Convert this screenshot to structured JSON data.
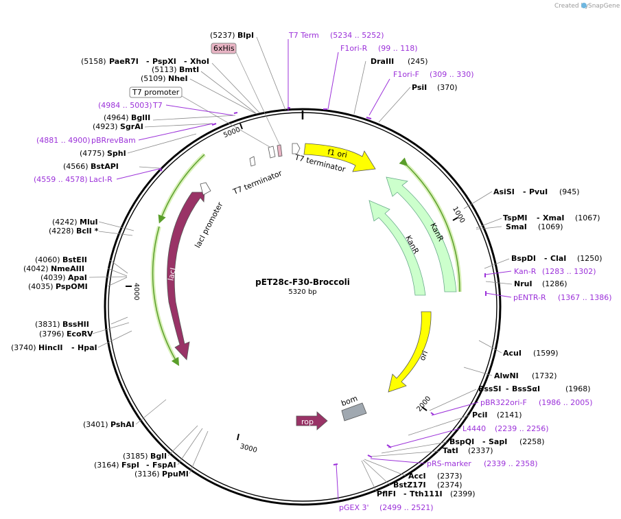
{
  "credit": {
    "created_by": "Created by",
    "app": "SnapGene"
  },
  "plasmid": {
    "name": "pET28c-F30-Broccoli",
    "length": "5320 bp"
  },
  "ticks": [
    "1000",
    "2000",
    "3000",
    "4000",
    "5000"
  ],
  "features": {
    "f1ori": "f1 ori",
    "kanr_outer": "KanR",
    "kanr_inner": "KanR",
    "ori": "ori",
    "bom": "bom",
    "rop": "rop",
    "laci": "lacI",
    "laci_promoter": "lacI promoter",
    "t7_terminator_1": "T7 terminator",
    "t7_terminator_2": "T7 terminator",
    "his_tag": "6xHis",
    "t7_promoter": "T7 promoter"
  },
  "sites_left": {
    "blpi": {
      "pos": "(5237)",
      "name": "BlpI"
    },
    "paer7i": {
      "pos": "(5158)",
      "name": "PaeR7I",
      "name2": "PspXI",
      "name3": "XhoI"
    },
    "bmti": {
      "pos": "(5113)",
      "name": "BmtI"
    },
    "nhei": {
      "pos": "(5109)",
      "name": "NheI"
    },
    "bglii": {
      "pos": "(4964)",
      "name": "BglII"
    },
    "sgrai": {
      "pos": "(4923)",
      "name": "SgrAI"
    },
    "sphi": {
      "pos": "(4775)",
      "name": "SphI"
    },
    "bstapi": {
      "pos": "(4566)",
      "name": "BstAPI"
    },
    "mlui": {
      "pos": "(4242)",
      "name": "MluI"
    },
    "bcli": {
      "pos": "(4228)",
      "name": "BclI *"
    },
    "bsteii": {
      "pos": "(4060)",
      "name": "BstEII"
    },
    "nmeaiii": {
      "pos": "(4042)",
      "name": "NmeAIII"
    },
    "apai": {
      "pos": "(4039)",
      "name": "ApaI"
    },
    "pspomi": {
      "pos": "(4035)",
      "name": "PspOMI"
    },
    "bsshii": {
      "pos": "(3831)",
      "name": "BssHII"
    },
    "ecorv": {
      "pos": "(3796)",
      "name": "EcoRV"
    },
    "hincii": {
      "pos": "(3740)",
      "name": "HincII",
      "name2": "HpaI"
    },
    "pshai": {
      "pos": "(3401)",
      "name": "PshAI"
    },
    "bgli": {
      "pos": "(3185)",
      "name": "BglI"
    },
    "fspi": {
      "pos": "(3164)",
      "name": "FspI",
      "name2": "FspAI"
    },
    "ppumi": {
      "pos": "(3136)",
      "name": "PpuMI"
    }
  },
  "sites_right": {
    "draiii": {
      "name": "DraIII",
      "pos": "(245)"
    },
    "psii": {
      "name": "PsiI",
      "pos": "(370)"
    },
    "asisi": {
      "name": "AsiSI",
      "name2": "PvuI",
      "pos": "(945)"
    },
    "tspmi": {
      "name": "TspMI",
      "name2": "XmaI",
      "pos": "(1067)"
    },
    "smai": {
      "name": "SmaI",
      "pos": "(1069)"
    },
    "bspdi": {
      "name": "BspDI",
      "name2": "ClaI",
      "pos": "(1250)"
    },
    "nrui": {
      "name": "NruI",
      "pos": "(1286)"
    },
    "acui": {
      "name": "AcuI",
      "pos": "(1599)"
    },
    "alwni": {
      "name": "AlwNI",
      "pos": "(1732)"
    },
    "bsssi": {
      "name": "BssSI",
      "name2": "BssSαI",
      "pos": "(1968)"
    },
    "pcii": {
      "name": "PciI",
      "pos": "(2141)"
    },
    "bspqi": {
      "name": "BspQI",
      "name2": "SapI",
      "pos": "(2258)"
    },
    "tati": {
      "name": "TatI",
      "pos": "(2337)"
    },
    "acci": {
      "name": "AccI",
      "pos": "(2373)"
    },
    "bstz17i": {
      "name": "BstZ17I",
      "pos": "(2374)"
    },
    "pflfi": {
      "name": "PflFI",
      "name2": "Tth111I",
      "pos": "(2399)"
    }
  },
  "primers": {
    "t7term": {
      "name": "T7 Term",
      "range": "(5234 .. 5252)"
    },
    "f1orir": {
      "name": "F1ori-R",
      "range": "(99 .. 118)"
    },
    "f1orif": {
      "name": "F1ori-F",
      "range": "(309 .. 330)"
    },
    "t7": {
      "range": "(4984 .. 5003)",
      "name": "T7"
    },
    "pbrrevbam": {
      "range": "(4881 .. 4900)",
      "name": "pBRrevBam"
    },
    "lacir": {
      "range": "(4559 .. 4578)",
      "name": "LacI-R"
    },
    "kanr": {
      "name": "Kan-R",
      "range": "(1283 .. 1302)"
    },
    "pentrr": {
      "name": "pENTR-R",
      "range": "(1367 .. 1386)"
    },
    "pbr322": {
      "name": "pBR322ori-F",
      "range": "(1986 .. 2005)"
    },
    "l4440": {
      "name": "L4440",
      "range": "(2239 .. 2256)"
    },
    "prs": {
      "name": "pRS-marker",
      "range": "(2339 .. 2358)"
    },
    "pgex3": {
      "name": "pGEX 3'",
      "range": "(2499 .. 2521)"
    }
  },
  "colors": {
    "primer": "#9b30d9",
    "f1ori": "#ffff00",
    "kanr": "#ccffcc",
    "ori": "#ffff00",
    "laci": "#993366",
    "rop": "#993366",
    "bom": "#a0a8b0",
    "his_tag": "#e8b4c4",
    "orf_line": "#5a9e2a",
    "orf_glow": "#d8f0b8"
  }
}
